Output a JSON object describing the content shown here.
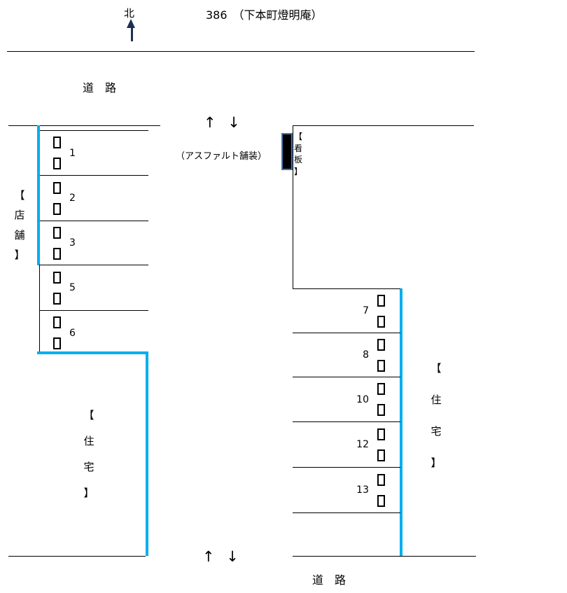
{
  "title": "386　（下本町燈明庵）",
  "compass": {
    "north_label": "北"
  },
  "roads": {
    "top_label": "道　路",
    "bottom_label": "道　路"
  },
  "driveway": {
    "top_arrows": "↑ ↓",
    "bottom_arrows": "↑ ↓",
    "surface_note": "（アスファルト舗装）"
  },
  "left_block": {
    "shop_label": "【店舗】",
    "house_label": "【住宅】",
    "spaces": [
      {
        "number": "1"
      },
      {
        "number": "2"
      },
      {
        "number": "3"
      },
      {
        "number": "5"
      },
      {
        "number": "6"
      }
    ]
  },
  "right_block": {
    "signboard_label": "【看板】",
    "house_label": "【住宅】",
    "spaces": [
      {
        "number": "7"
      },
      {
        "number": "8"
      },
      {
        "number": "10"
      },
      {
        "number": "12"
      },
      {
        "number": "13"
      }
    ]
  },
  "colors": {
    "line": "#000000",
    "boundary_blue": "#00AEEF",
    "signboard_fill": "#000000",
    "signboard_border": "#4B73A9"
  }
}
